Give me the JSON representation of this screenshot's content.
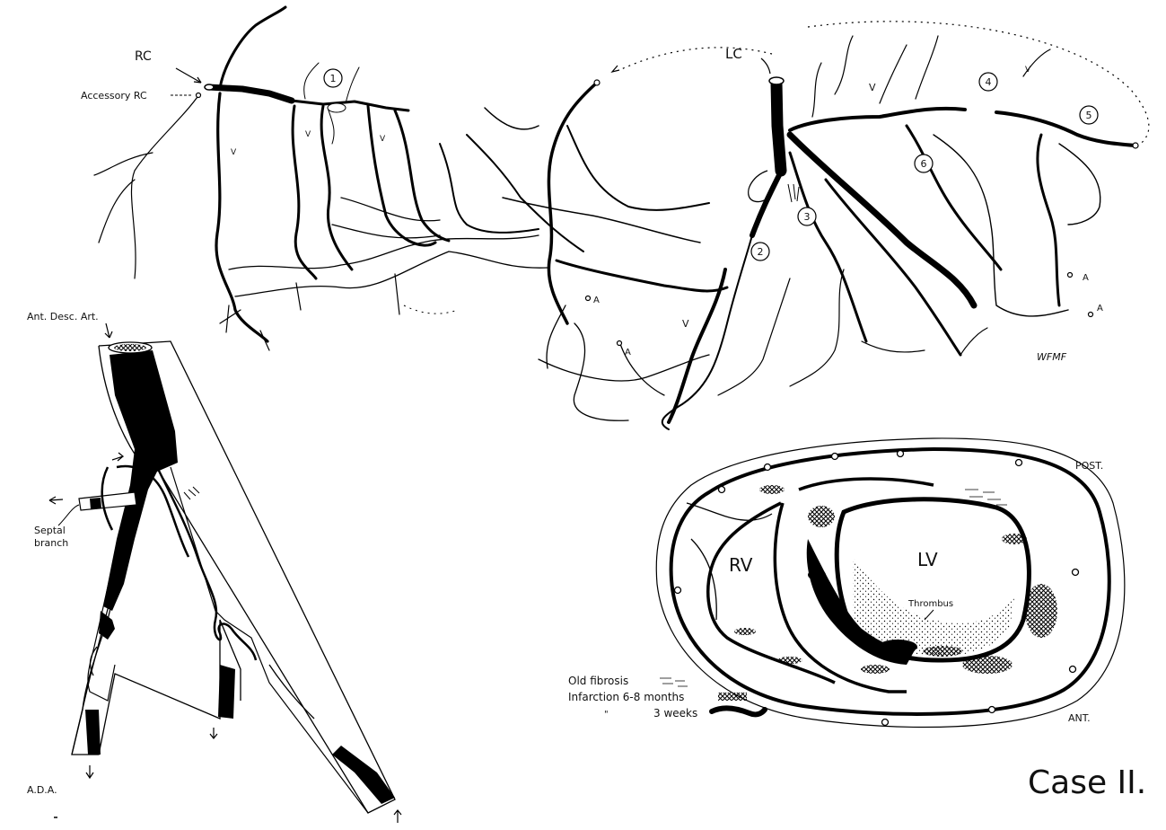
{
  "top_map": {
    "rc": "RC",
    "accessory_rc": "Accessory RC",
    "lc": "LC",
    "segments": [
      "1",
      "2",
      "3",
      "4",
      "5",
      "6"
    ],
    "roman_v": "V",
    "a_marker": "A",
    "signature": "WFMF"
  },
  "ada_panel": {
    "ant_desc_art": "Ant. Desc. Art.",
    "septal_branch_line1": "Septal",
    "septal_branch_line2": "branch",
    "ada": "A.D.A."
  },
  "cross_section": {
    "post": "POST.",
    "ant": "ANT.",
    "rv": "RV",
    "lv": "LV",
    "thrombus": "Thrombus"
  },
  "legend": {
    "old_fibrosis": "Old fibrosis",
    "infarction": "Infarction  6-8 months",
    "ditto": "\"",
    "three_weeks": "3 weeks"
  },
  "case_label": "Case II."
}
